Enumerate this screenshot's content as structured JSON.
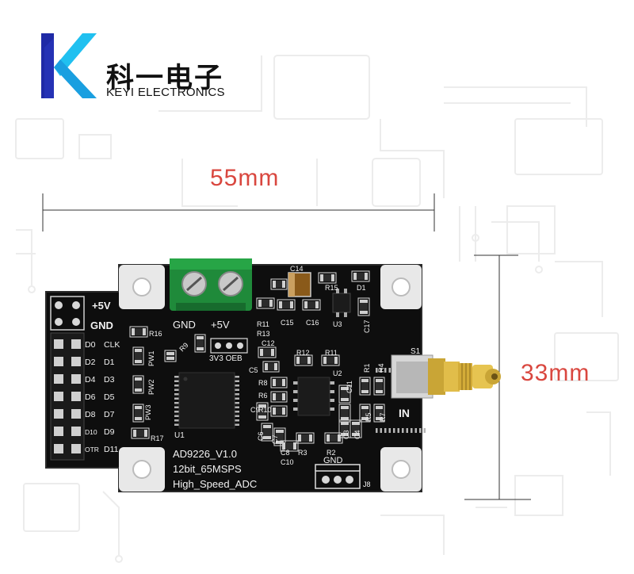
{
  "brand": {
    "name_cn": "科一电子",
    "name_en": "KEYI ELECTRONICS",
    "logo_letter": "K",
    "logo_colors": [
      "#1f2aa6",
      "#1a9fe0",
      "#20c0f0"
    ]
  },
  "dimensions": {
    "width_label": "55mm",
    "height_label": "33mm",
    "color": "#d9473f"
  },
  "board": {
    "color": "#101010",
    "silkscreen": {
      "power_header": [
        "+5V",
        "GND"
      ],
      "left_pins": [
        [
          "D0",
          "CLK"
        ],
        [
          "D2",
          "D1"
        ],
        [
          "D4",
          "D3"
        ],
        [
          "D6",
          "D5"
        ],
        [
          "D8",
          "D7"
        ],
        [
          "D10",
          "D9"
        ],
        [
          "OTR",
          "D11"
        ]
      ],
      "terminal": [
        "GND",
        "+5V"
      ],
      "jumper_label": "3V3 OEB",
      "input_label": "IN",
      "sma_ref": "S1",
      "bottom_header_label": "GND",
      "bottom_header_ref": "J8",
      "ic_ref": "U1",
      "title_lines": [
        "AD9226_V1.0",
        "12bit_65MSPS",
        "High_Speed_ADC"
      ],
      "refs": [
        "C14",
        "R15",
        "D1",
        "R11",
        "R13",
        "C15",
        "C16",
        "U3",
        "C17",
        "R16",
        "PW1",
        "PW2",
        "PW3",
        "R9",
        "R17",
        "C12",
        "C5",
        "R12",
        "R11",
        "U2",
        "C11",
        "R8",
        "R6",
        "R10",
        "C9",
        "C6",
        "C7",
        "C8",
        "C10",
        "R3",
        "R2",
        "R1",
        "R4",
        "R5",
        "R7",
        "C3",
        "C4"
      ]
    }
  }
}
